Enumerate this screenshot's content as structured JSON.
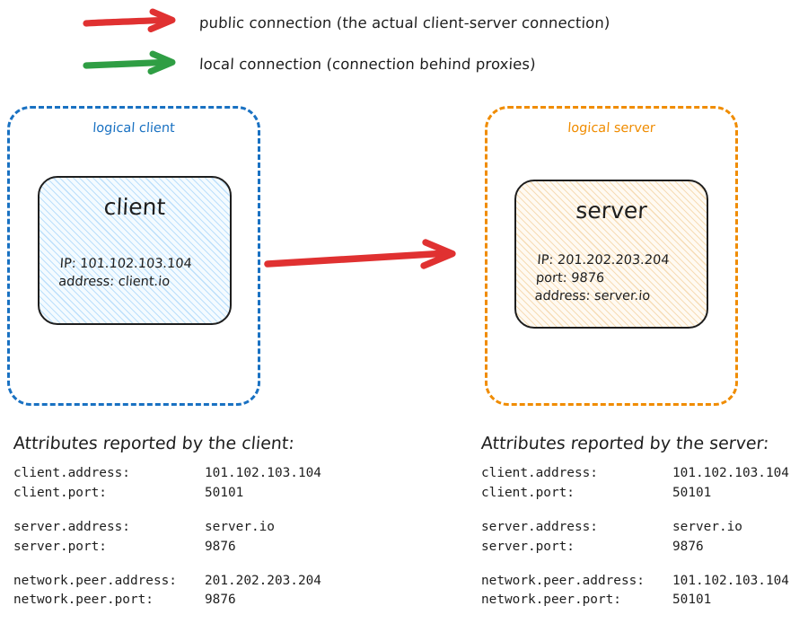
{
  "legend": {
    "items": [
      {
        "id": "public-connection",
        "color": "#e03131",
        "icon": "arrow-right-icon",
        "label": "public connection (the actual client-server connection)"
      },
      {
        "id": "local-connection",
        "color": "#2f9e44",
        "icon": "arrow-right-icon",
        "label": "local connection (connection behind proxies)"
      }
    ]
  },
  "diagram": {
    "client_container": {
      "label": "logical client",
      "border_color": "#1971c2"
    },
    "server_container": {
      "label": "logical server",
      "border_color": "#f08c00"
    },
    "client_node": {
      "title": "client",
      "fill_color": "#eaf5fd",
      "hatch_color": "#bcdffb",
      "details": [
        "IP: 101.102.103.104",
        "address: client.io"
      ]
    },
    "server_node": {
      "title": "server",
      "fill_color": "#fdf6ec",
      "hatch_color": "#f6dcb6",
      "details": [
        "IP: 201.202.203.204",
        "port: 9876",
        "address: server.io"
      ]
    },
    "connection_arrow": {
      "icon": "arrow-right-icon",
      "color": "#e03131",
      "from": "client",
      "to": "server"
    }
  },
  "attributes_client": {
    "heading": "Attributes reported by the client:",
    "groups": [
      [
        {
          "key": "client.address:",
          "value": "101.102.103.104"
        },
        {
          "key": "client.port:",
          "value": "50101"
        }
      ],
      [
        {
          "key": "server.address:",
          "value": "server.io"
        },
        {
          "key": "server.port:",
          "value": "9876"
        }
      ],
      [
        {
          "key": "network.peer.address:",
          "value": "201.202.203.204"
        },
        {
          "key": "network.peer.port:",
          "value": "9876"
        }
      ]
    ]
  },
  "attributes_server": {
    "heading": "Attributes reported by the server:",
    "groups": [
      [
        {
          "key": "client.address:",
          "value": "101.102.103.104"
        },
        {
          "key": "client.port:",
          "value": "50101"
        }
      ],
      [
        {
          "key": "server.address:",
          "value": "server.io"
        },
        {
          "key": "server.port:",
          "value": "9876"
        }
      ],
      [
        {
          "key": "network.peer.address:",
          "value": "101.102.103.104"
        },
        {
          "key": "network.peer.port:",
          "value": "50101"
        }
      ]
    ]
  }
}
